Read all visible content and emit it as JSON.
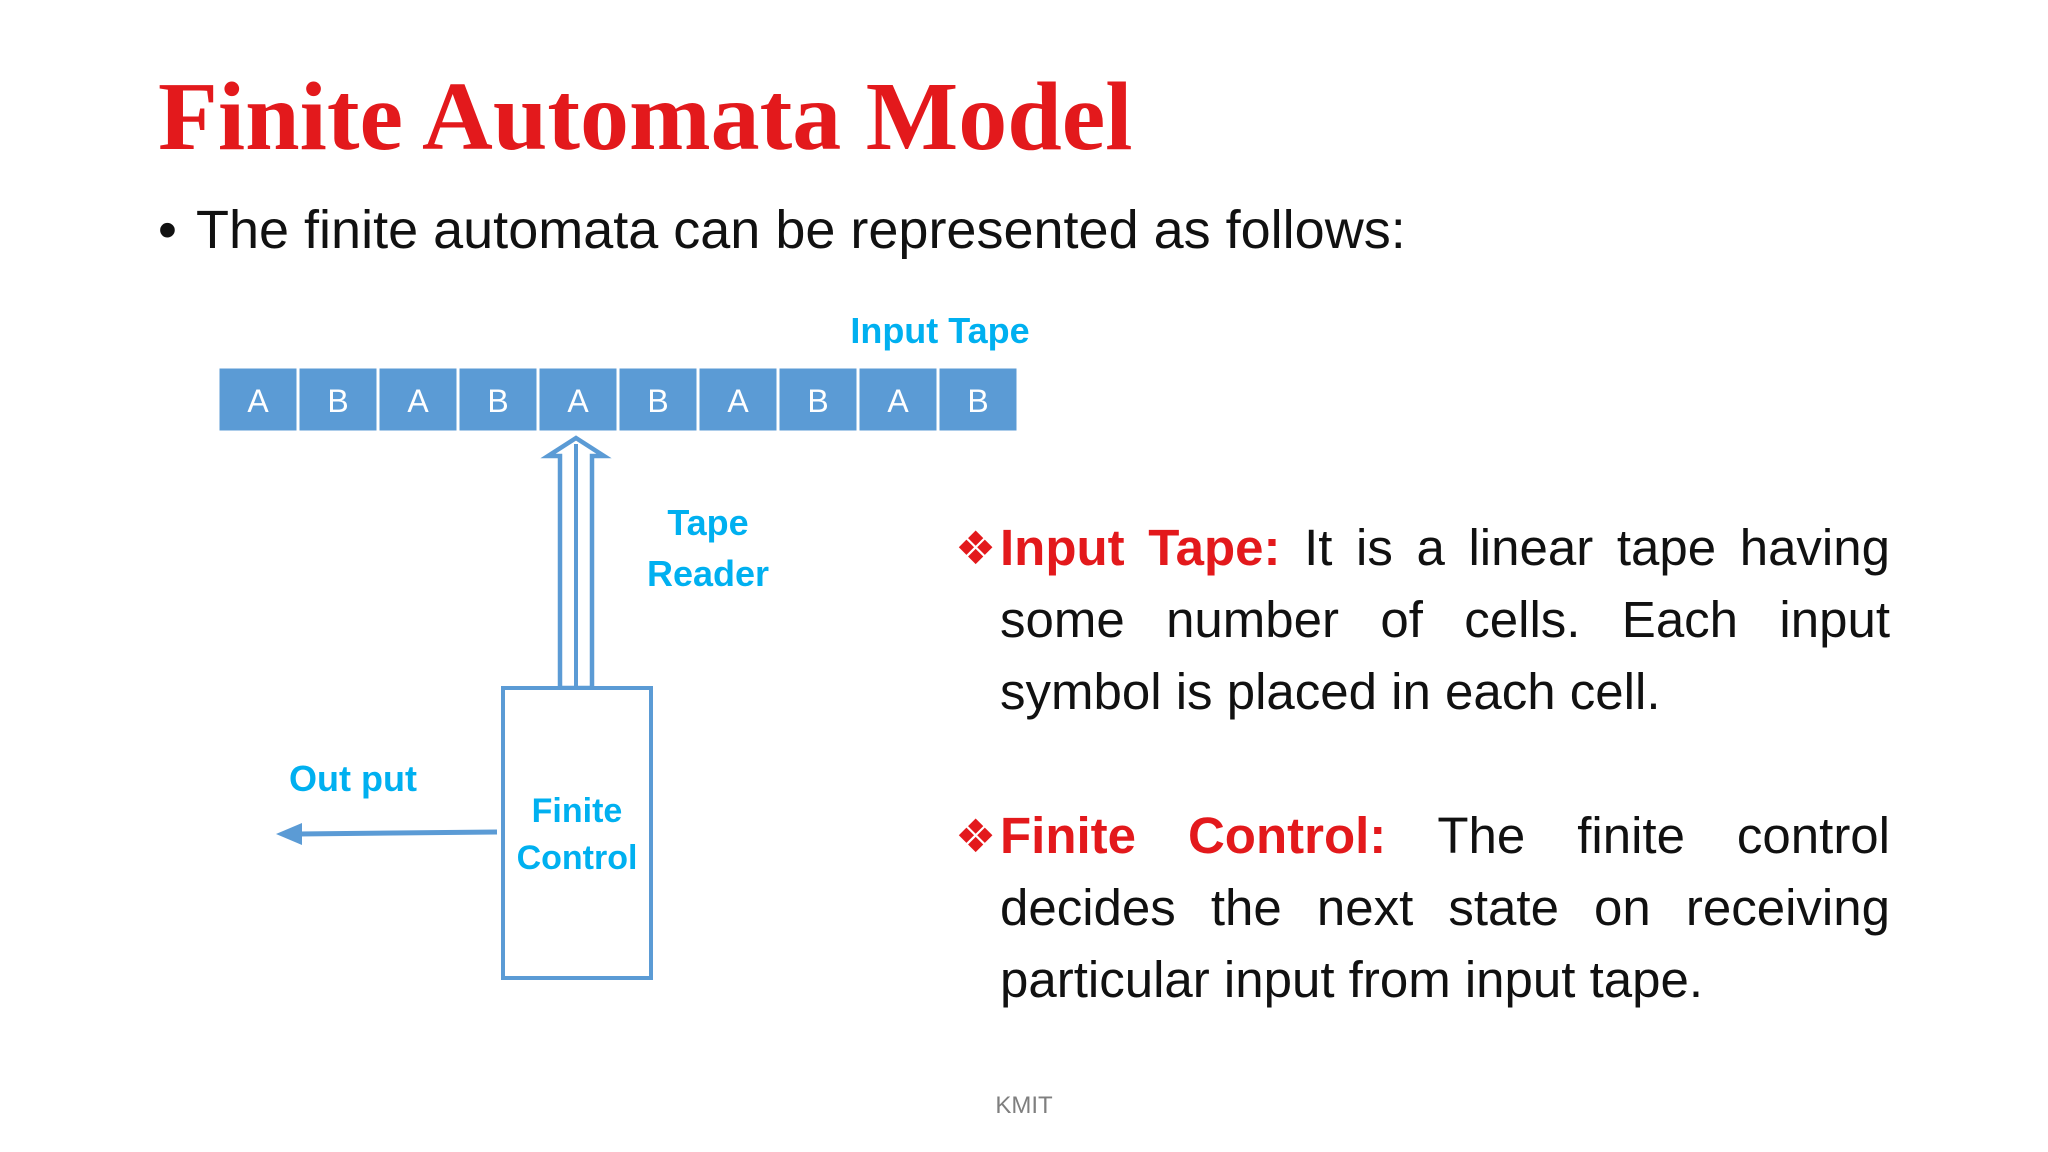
{
  "title": "Finite Automata Model",
  "bullet": {
    "marker": "•",
    "text": "The finite automata can be represented as follows:"
  },
  "diagram": {
    "tape_label": "Input Tape",
    "tape_cells": [
      "A",
      "B",
      "A",
      "B",
      "A",
      "B",
      "A",
      "B",
      "A",
      "B"
    ],
    "reader_label_line1": "Tape",
    "reader_label_line2": "Reader",
    "control_label_line1": "Finite",
    "control_label_line2": "Control",
    "output_label": "Out put",
    "colors": {
      "cell_fill": "#5b9bd5",
      "cell_text": "#ffffff",
      "label": "#00b0f0",
      "stroke": "#5b9bd5"
    }
  },
  "descriptions": [
    {
      "marker": "❖",
      "term": "Input Tape:",
      "text": " It is a linear tape having some number of cells. Each input symbol is placed in each cell."
    },
    {
      "marker": "❖",
      "term": "Finite Control:",
      "text": " The finite control decides the next state on receiving particular input from input tape."
    }
  ],
  "footer": "KMIT",
  "colors": {
    "title": "#e3191c",
    "body_text": "#111111",
    "footer": "#7f7f7f"
  }
}
